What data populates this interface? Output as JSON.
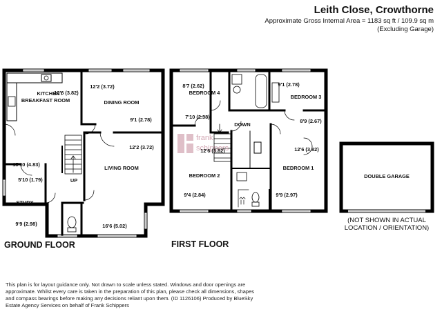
{
  "header": {
    "title": "Leith Close, Crowthorne",
    "area_line": "Approximate Gross Internal Area = 1183 sq ft / 109.9 sq m",
    "area_note": "(Excluding Garage)"
  },
  "watermark": "frank schippers",
  "ground_floor": {
    "label": "GROUND FLOOR",
    "rooms": {
      "kitchen_name_1": "KITCHEN /",
      "kitchen_name_2": "BREAKFAST ROOM",
      "kitchen_dim_a": "12'6 (3.82)",
      "kitchen_dim_b": "15'10 (4.83)",
      "dining_name": "DINING ROOM",
      "dining_dim_a": "12'2 (3.72)",
      "dining_dim_b": "9'1 (2.78)",
      "living_name": "LIVING ROOM",
      "living_dim_a": "12'2 (3.72)",
      "living_dim_b": "16'6 (5.02)",
      "study_name": "STUDY",
      "study_dim_a": "5'10 (1.79)",
      "study_dim_b": "9'9 (2.98)",
      "stairs_label": "UP"
    }
  },
  "first_floor": {
    "label": "FIRST FLOOR",
    "rooms": {
      "bed4_name": "BEDROOM 4",
      "bed4_dim_a": "8'7 (2.62)",
      "bed4_dim_b": "7'10 (2.38)",
      "bed3_name": "BEDROOM 3",
      "bed3_dim_a": "9'1 (2.78)",
      "bed3_dim_b": "8'9 (2.67)",
      "bed2_name": "BEDROOM 2",
      "bed2_dim_a": "12'6 (3.82)",
      "bed2_dim_b": "9'4 (2.84)",
      "bed1_name": "BEDROOM 1",
      "bed1_dim_a": "12'6 (3.82)",
      "bed1_dim_b": "9'9 (2.97)",
      "stairs_label": "DOWN"
    }
  },
  "garage": {
    "label": "DOUBLE GARAGE",
    "note_1": "(NOT SHOWN IN ACTUAL",
    "note_2": "LOCATION / ORIENTATION)"
  },
  "disclaimer": "This plan is for layout guidance only. Not drawn to scale unless stated. Windows and door openings are approximate. Whilst every care is taken in the preparation of this plan, please check all dimensions, shapes and compass bearings before making any decisions reliant upon them. (ID 1126106) Produced by BlueSky Estate Agency Services on behalf of Frank Schippers",
  "colors": {
    "wall": "#000000",
    "window": "#aaaaaa",
    "watermark": "#c58b9c"
  }
}
